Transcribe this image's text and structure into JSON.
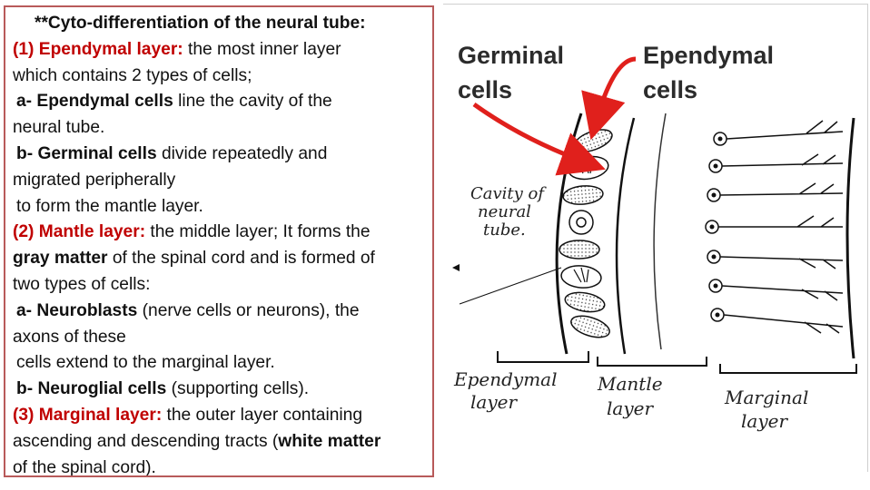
{
  "text": {
    "title": "**Cyto-differentiation of the neural tube:",
    "ep_heading": "(1) Ependymal layer:",
    "ep_desc": " the most inner layer",
    "ep_desc2": "which contains 2 types of cells;",
    "ep_a_label": "a- Ependymal cells",
    "ep_a_text": " line the cavity of the",
    "ep_a_text2": "neural tube.",
    "ep_b_label": "b- Germinal cells",
    "ep_b_text": " divide repeatedly and",
    "ep_b_text2": "migrated peripherally",
    "ep_b_text3": "to form the mantle layer.",
    "mantle_heading": "(2) Mantle layer:",
    "mantle_desc": " the middle layer; It forms the",
    "gray_matter": "gray matter",
    "mantle_desc2": " of the spinal cord and is formed of",
    "mantle_desc3": "two types of cells:",
    "m_a_label": "a- Neuroblasts",
    "m_a_text": " (nerve cells or neurons), the",
    "m_a_text2": "axons of these",
    "m_a_text3": "cells extend to the marginal layer.",
    "m_b_label": "b- Neuroglial cells",
    "m_b_text": " (supporting cells).",
    "marg_heading": "(3) Marginal layer:",
    "marg_desc": " the outer layer containing",
    "marg_desc2": "ascending and descending tracts (",
    "white_matter": "white matter",
    "marg_desc3": "of the spinal cord)."
  },
  "diagram": {
    "germinal_line1": "Germinal",
    "germinal_line2": "cells",
    "ependymal_line1": "Ependymal",
    "ependymal_line2": "cells",
    "cavity_line1": "Cavity of",
    "cavity_line2": "neural",
    "cavity_line3": "tube.",
    "ep_layer_line1": "Ependymal",
    "ep_layer_line2": "layer",
    "mantle_line1": "Mantle",
    "mantle_line2": "layer",
    "marginal_line1": "Marginal",
    "marginal_line2": "layer"
  },
  "colors": {
    "heading_red": "#c00000",
    "border": "#b85a5a",
    "arrow_red": "#e0201c"
  }
}
